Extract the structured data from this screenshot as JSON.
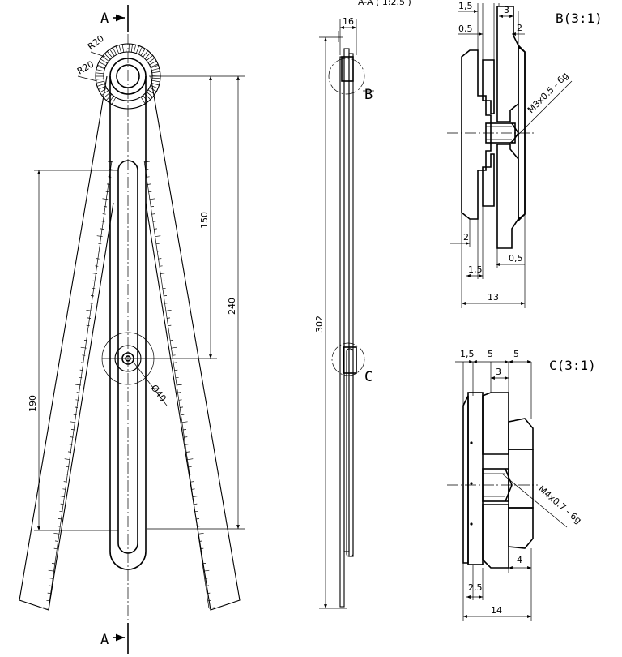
{
  "section_marks": {
    "top": "A",
    "bottom": "A"
  },
  "section_title": "A-A ( 1:2.5 )",
  "radius_labels": [
    "R20",
    "R20"
  ],
  "main_dims": {
    "d150": "150",
    "d240": "240",
    "d190": "190",
    "diameter": "Ø40"
  },
  "side_dims": {
    "width": "16",
    "length": "302"
  },
  "callouts": {
    "b": "B",
    "c": "C"
  },
  "detail_b": {
    "title": "B(3:1)",
    "dims": {
      "top_1_5": "1,5",
      "top_3": "3",
      "top_0_5": "0,5",
      "top_2": "2",
      "bot_2": "2",
      "bot_1_5": "1,5",
      "bot_0_5": "0,5",
      "total": "13"
    },
    "thread": "M3x0.5 - 6g"
  },
  "detail_c": {
    "title": "C(3:1)",
    "dims": {
      "top_1_5": "1,5",
      "top_5a": "5",
      "top_5b": "5",
      "top_3": "3",
      "right_4": "4",
      "bot_2_5": "2,5",
      "total": "14"
    },
    "thread": "M4x0.7 - 6g"
  },
  "hatch_pattern": "45deg",
  "line_color": "#000000"
}
